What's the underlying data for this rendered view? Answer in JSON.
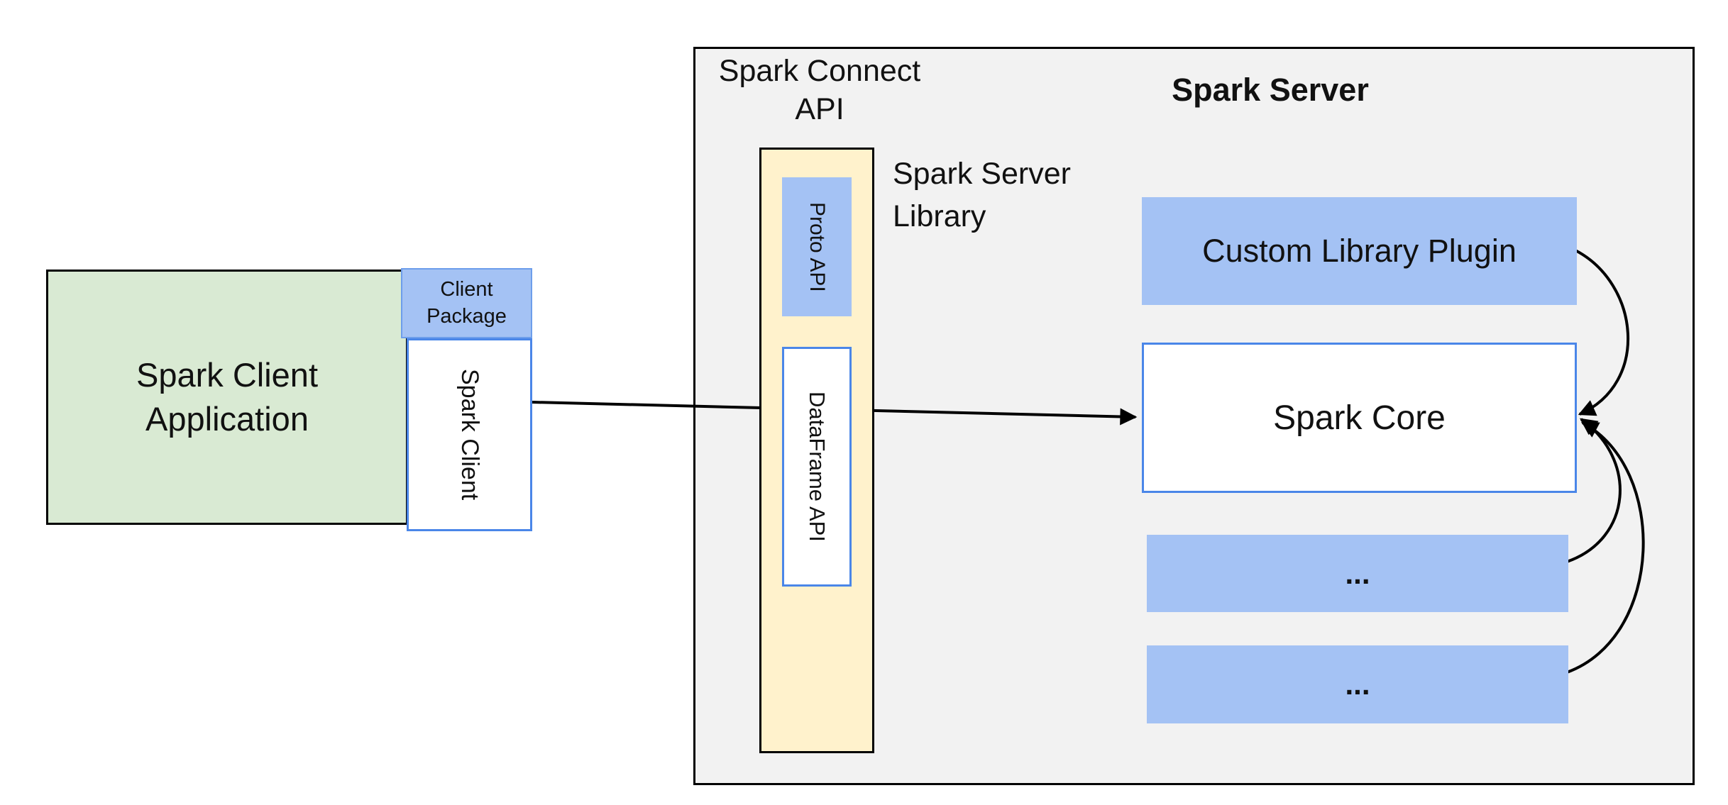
{
  "diagram": {
    "client": {
      "app_label": "Spark Client Application",
      "package_label": "Client Package",
      "spark_client_label": "Spark Client"
    },
    "connect": {
      "title": "Spark Connect API",
      "proto_label": "Proto API",
      "dataframe_label": "DataFrame API",
      "server_library_label": "Spark Server Library"
    },
    "server": {
      "title": "Spark Server",
      "plugin_label": "Custom Library Plugin",
      "core_label": "Spark Core",
      "more_label_1": "...",
      "more_label_2": "..."
    },
    "colors": {
      "green_fill": "#d9ead3",
      "blue_fill": "#a4c2f4",
      "blue_border": "#4a86e8",
      "yellow_fill": "#fff2cc",
      "gray_fill": "#f2f2f2",
      "line_color": "#000000"
    }
  }
}
